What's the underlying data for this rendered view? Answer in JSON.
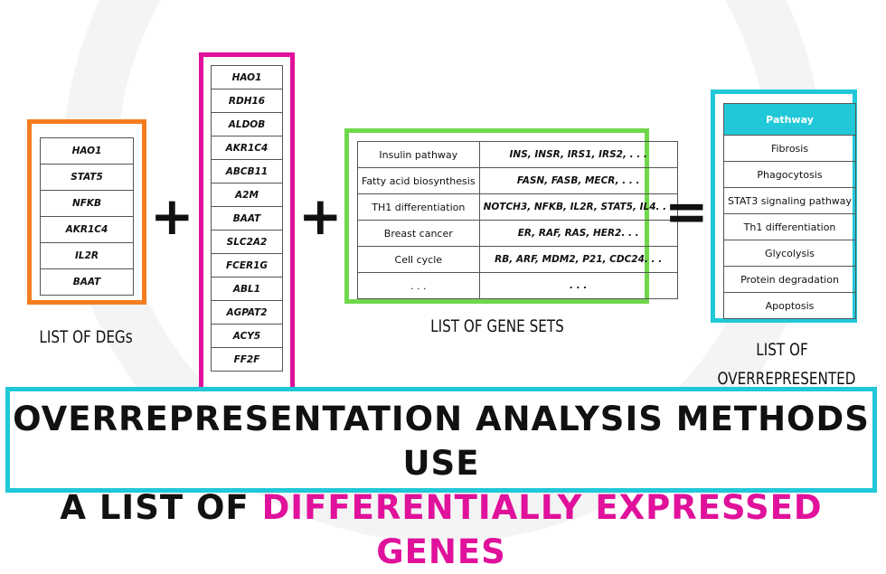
{
  "degs": {
    "genes": [
      "HAO1",
      "STAT5",
      "NFKB",
      "AKR1C4",
      "IL2R",
      "BAAT"
    ],
    "label": "LIST OF DEGs",
    "color": "#f57c1f"
  },
  "all_genes": {
    "genes": [
      "HAO1",
      "RDH16",
      "ALDOB",
      "AKR1C4",
      "ABCB11",
      "A2M",
      "BAAT",
      "SLC2A2",
      "FCER1G",
      "ABL1",
      "AGPAT2",
      "ACY5",
      "FF2F"
    ],
    "color": "#e0119b"
  },
  "gene_sets": {
    "rows": [
      [
        "Insulin pathway",
        "INS, INSR, IRS1, IRS2, . . ."
      ],
      [
        "Fatty acid biosynthesis",
        "FASN, FASB, MECR, . . ."
      ],
      [
        "TH1 differentiation",
        "NOTCH3, NFKB, IL2R, STAT5, IL4. . ."
      ],
      [
        "Breast cancer",
        "ER, RAF, RAS, HER2. . ."
      ],
      [
        "Cell cycle",
        "RB, ARF, MDM2, P21, CDC24. . ."
      ],
      [
        ". . .",
        ". . ."
      ]
    ],
    "label": "LIST OF GENE SETS",
    "color": "#6fd84a"
  },
  "pathways": {
    "header": "Pathway",
    "items": [
      "Fibrosis",
      "Phagocytosis",
      "STAT3 signaling pathway",
      "Th1 differentiation",
      "Glycolysis",
      "Protein degradation",
      "Apoptosis"
    ],
    "label_line1": "LIST OF",
    "label_line2": "OVERREPRESENTED",
    "color": "#20c8d8"
  },
  "operators": {
    "plus": "+",
    "equals": "="
  },
  "banner": {
    "line1": "OVERREPRESENTATION ANALYSIS METHODS USE",
    "line2_prefix": "A LIST OF ",
    "line2_highlight": "DIFFERENTIALLY EXPRESSED GENES"
  }
}
